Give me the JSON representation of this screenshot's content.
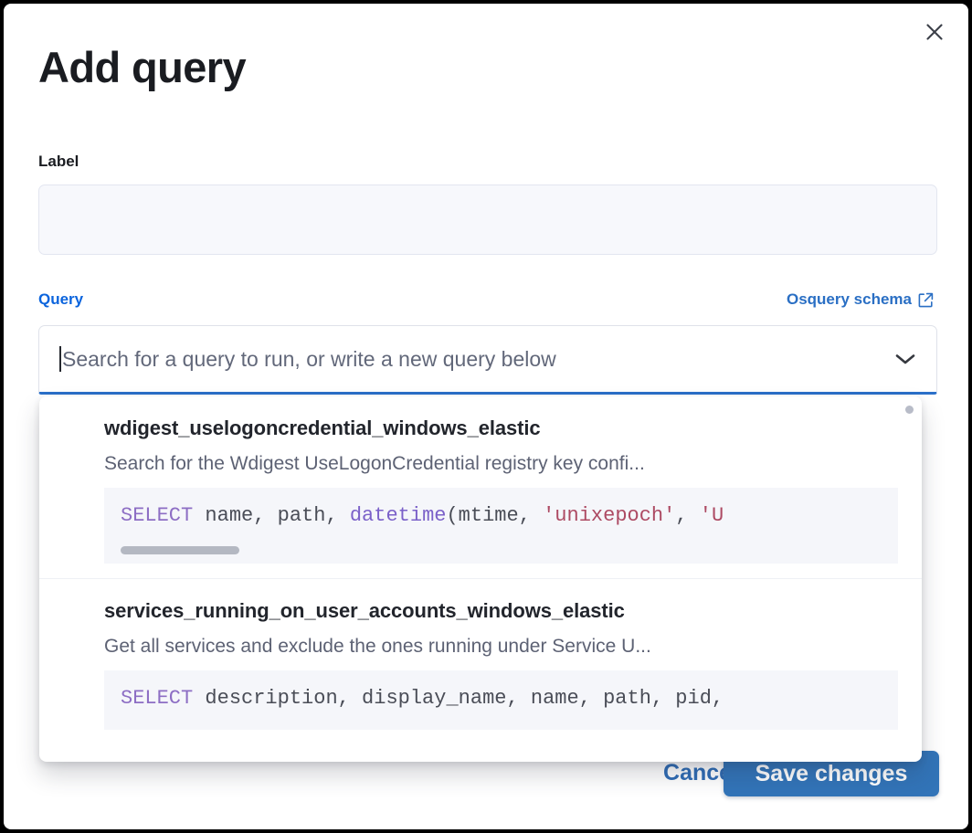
{
  "dialog": {
    "title": "Add query",
    "close_icon": "close-icon"
  },
  "form": {
    "label_field": {
      "label": "Label",
      "value": "",
      "placeholder": ""
    },
    "query_field": {
      "label": "Query",
      "schema_link_text": "Osquery schema",
      "schema_link_icon": "external-link-icon",
      "combo_placeholder": "Search for a query to run, or write a new query below",
      "combo_value": "",
      "chevron_icon": "chevron-down-icon"
    }
  },
  "dropdown": {
    "scroll_indicator": "scrollbar-thumb",
    "items": [
      {
        "title": "wdigest_uselogoncredential_windows_elastic",
        "description": "Search for the Wdigest UseLogonCredential registry key confi...",
        "code_tokens": [
          {
            "t": "SELECT",
            "c": "kw"
          },
          {
            "t": " name, path, ",
            "c": "pn"
          },
          {
            "t": "datetime",
            "c": "fn"
          },
          {
            "t": "(mtime, ",
            "c": "pn"
          },
          {
            "t": "'unixepoch'",
            "c": "str"
          },
          {
            "t": ", ",
            "c": "pn"
          },
          {
            "t": "'U",
            "c": "str"
          }
        ],
        "has_code_scrollbar": true
      },
      {
        "title": "services_running_on_user_accounts_windows_elastic",
        "description": "Get all services and exclude the ones running under Service U...",
        "code_tokens": [
          {
            "t": "SELECT",
            "c": "kw"
          },
          {
            "t": " description, display_name, name, path, pid,",
            "c": "pn"
          }
        ],
        "has_code_scrollbar": false
      }
    ]
  },
  "footer": {
    "cancel_label": "Cancel",
    "save_label": "Save changes"
  },
  "colors": {
    "accent_blue": "#2a6fc4",
    "query_label_blue": "#0b64dd",
    "save_button_blue": "#3274b8",
    "sql_keyword_purple": "#8d6ec4",
    "sql_string_red": "#ad4a63",
    "input_background": "#f7f8fc",
    "code_background": "#f5f6fa"
  }
}
